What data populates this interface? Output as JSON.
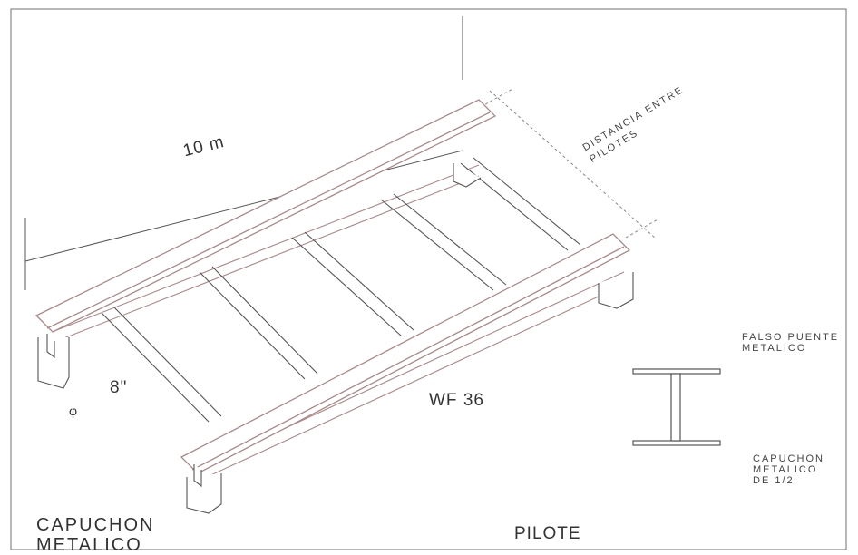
{
  "dimensions": {
    "length": "10 m",
    "spacing_line1": "DISTANCIA ENTRE",
    "spacing_line2": "PILOTES",
    "crossbeam": "8\"",
    "diameter_symbol": "φ"
  },
  "beam": {
    "section": "WF 36"
  },
  "labels": {
    "falso_line1": "FALSO PUENTE",
    "falso_line2": "METALICO",
    "cap_small_line1": "CAPUCHON",
    "cap_small_line2": "METALICO",
    "cap_small_line3": "DE 1/2",
    "cap_big_line1": "CAPUCHON",
    "cap_big_line2": "METALICO",
    "pilote": "PILOTE"
  },
  "colors": {
    "beam": "#a88a8a",
    "line": "#555555",
    "frame": "#888888"
  }
}
